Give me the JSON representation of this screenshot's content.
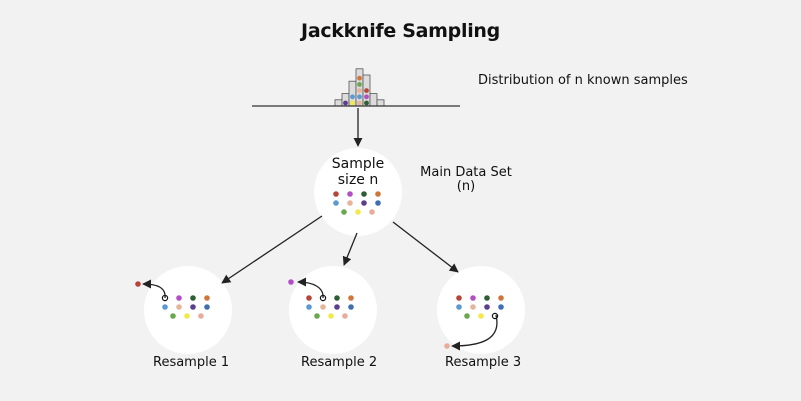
{
  "title": "Jackknife Sampling",
  "labels": {
    "distribution": "Distribution of n known samples",
    "main_data_set_line1": "Main Data Set",
    "main_data_set_line2": "(n)",
    "sample_line1": "Sample",
    "sample_line2": "size n"
  },
  "colors": {
    "background": "#f2f2f2",
    "circle": "#ffffff",
    "bar_fill": "#dcdcdc",
    "bar_stroke": "#555555",
    "line": "#222222"
  },
  "samples": [
    {
      "id": 1,
      "color": "#b5473a"
    },
    {
      "id": 2,
      "color": "#b34fc4"
    },
    {
      "id": 3,
      "color": "#2f5e34"
    },
    {
      "id": 4,
      "color": "#d0763d"
    },
    {
      "id": 5,
      "color": "#5b9ad0"
    },
    {
      "id": 6,
      "color": "#e6b49a"
    },
    {
      "id": 7,
      "color": "#5b3f8c"
    },
    {
      "id": 8,
      "color": "#3f6fb3"
    },
    {
      "id": 9,
      "color": "#6aa84f"
    },
    {
      "id": 10,
      "color": "#f2e94a"
    },
    {
      "id": 11,
      "color": "#e8ad9a"
    }
  ],
  "histogram": {
    "bar_counts": [
      1,
      2,
      4,
      6,
      5,
      2,
      1
    ],
    "dots_per_bar": [
      [],
      [
        7
      ],
      [
        10,
        5
      ],
      [
        6,
        5,
        6,
        9,
        4
      ],
      [
        3,
        2,
        1
      ],
      [],
      []
    ]
  },
  "resamples": [
    {
      "label": "Resample 1",
      "left_out_index": 0
    },
    {
      "label": "Resample 2",
      "left_out_index": 1
    },
    {
      "label": "Resample 3",
      "left_out_index": 10
    }
  ]
}
